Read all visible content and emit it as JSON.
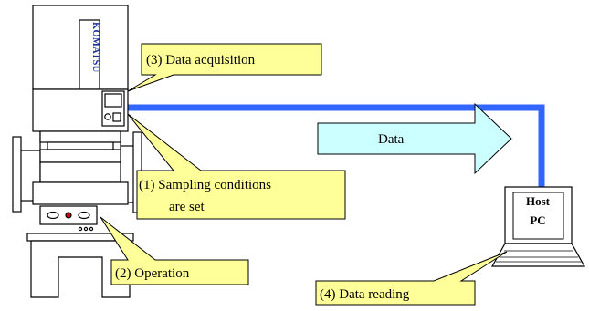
{
  "brand": "KOMATSU",
  "callouts": {
    "data_acquisition": "(3)  Data acquisition",
    "sampling_line1": "(1)  Sampling conditions",
    "sampling_line2": "are set",
    "operation": "(2)  Operation",
    "data_reading": "(4)  Data reading"
  },
  "arrow_label": "Data",
  "host_pc": {
    "line1": "Host",
    "line2": "PC"
  },
  "colors": {
    "callout_fill": "#ffff99",
    "arrow_fill": "#ccffff",
    "cable": "#3366ff",
    "outline": "#000000",
    "indicator": "#cc0000"
  }
}
